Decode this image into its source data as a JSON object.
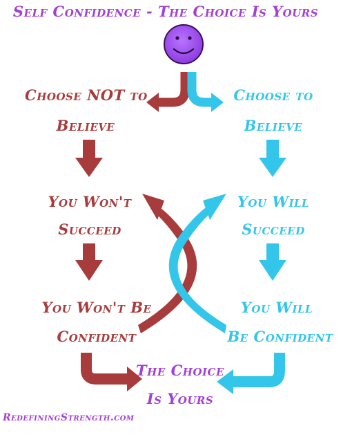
{
  "title": "Self Confidence - The Choice Is Yours",
  "left_branch": {
    "choose_line1": "Choose NOT to",
    "choose_line2": "Believe",
    "succeed_line1": "You Won't",
    "succeed_line2": "Succeed",
    "confident_line1": "You Won't Be",
    "confident_line2": "Confident"
  },
  "right_branch": {
    "choose_line1": "Choose to",
    "choose_line2": "Believe",
    "succeed_line1": "You Will",
    "succeed_line2": "Succeed",
    "confident_line1": "You Will",
    "confident_line2": "Be Confident"
  },
  "outcome": {
    "line1": "The Choice",
    "line2": "Is Yours"
  },
  "footer": "RedefiningStrength.com",
  "colors": {
    "title": "#a43fd6",
    "negative": "#a83b3b",
    "positive": "#33c6ea",
    "face": "#a64ff0"
  }
}
